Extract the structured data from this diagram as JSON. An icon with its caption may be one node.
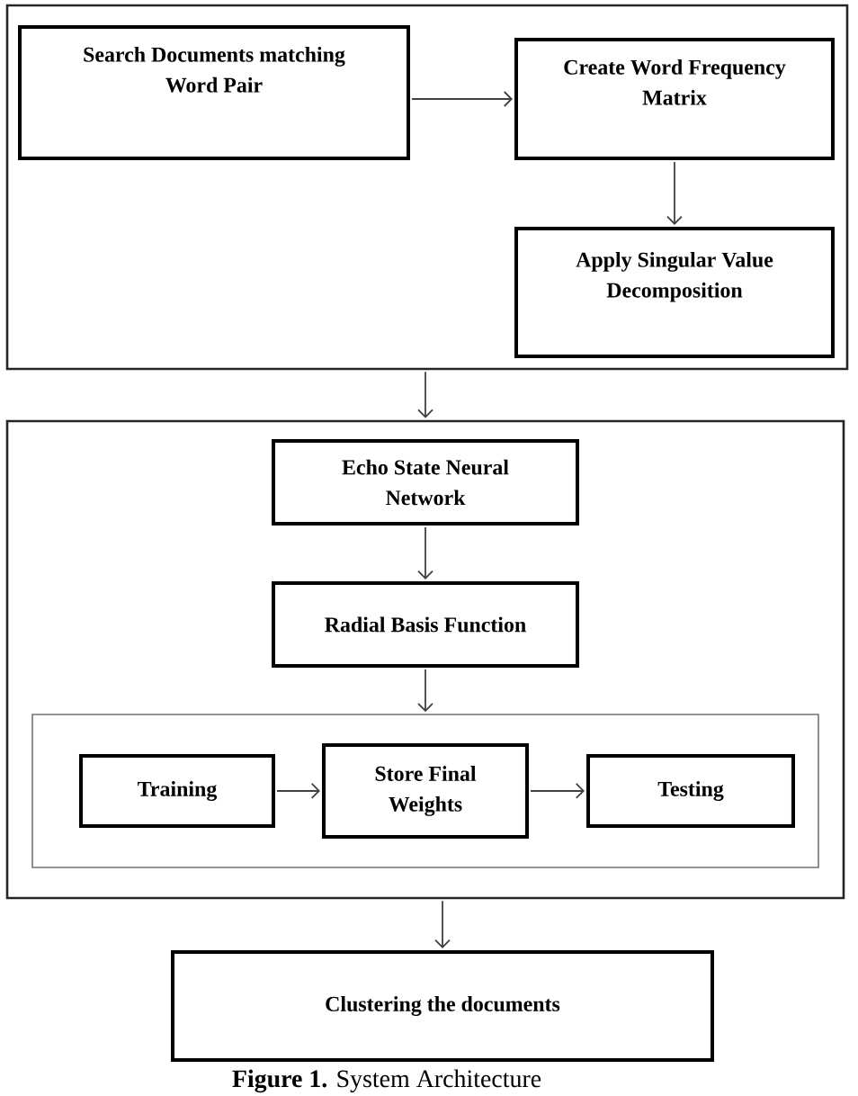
{
  "diagram": {
    "caption": "**Figure 1.** System Architecture",
    "nodes": [
      {
        "text": [],
        "shape": "box"
      },
      {
        "text": [
          "Search Documents matching Word Pair"
        ],
        "in": 0
      },
      {
        "text": [
          "Create Word Frequency Matrix"
        ],
        "in": 0
      },
      {
        "text": [
          "Apply Singular Value Decomposition"
        ],
        "in": 0
      },
      {
        "text": [],
        "shape": "box"
      },
      {
        "text": [
          "Echo State Neural Network"
        ],
        "in": 4
      },
      {
        "text": [
          "Radial Basis Function"
        ],
        "in": 4
      },
      {
        "text": [],
        "shape": "box",
        "in": 4
      },
      {
        "text": [
          "Training"
        ],
        "in": 7
      },
      {
        "text": [
          "Store Final Weights"
        ],
        "in": 7
      },
      {
        "text": [
          "Testing"
        ],
        "in": 7
      },
      {
        "text": [
          "Clustering the documents"
        ]
      }
    ],
    "edges": [
      {
        "from": 1,
        "to": 2,
        "arrow": "to"
      },
      {
        "from": 2,
        "to": 3,
        "arrow": "to"
      },
      {
        "from": 0,
        "to": 4,
        "arrow": "to"
      },
      {
        "from": 5,
        "to": 6,
        "arrow": "to"
      },
      {
        "from": 6,
        "to": 7,
        "arrow": "to"
      },
      {
        "from": 8,
        "to": 9,
        "arrow": "to"
      },
      {
        "from": 9,
        "to": 10,
        "arrow": "to"
      },
      {
        "from": 4,
        "to": 11,
        "arrow": "to"
      }
    ]
  }
}
